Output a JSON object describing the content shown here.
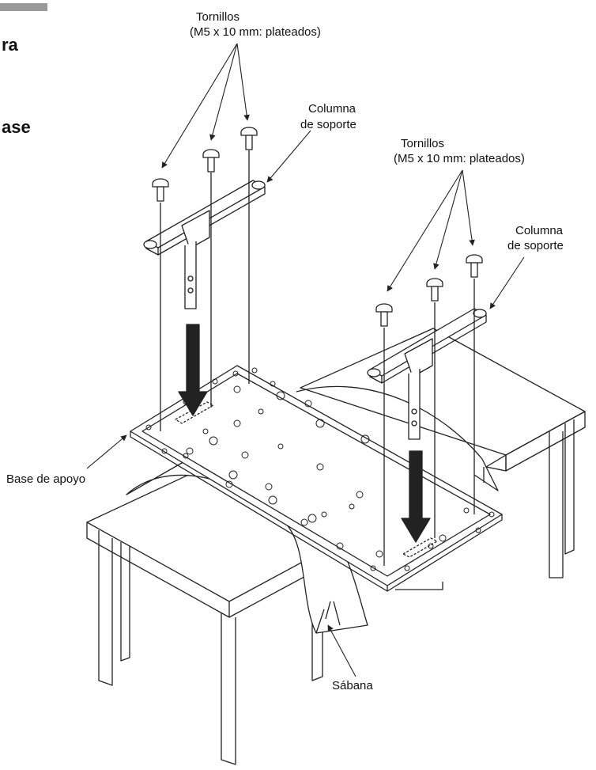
{
  "header": {
    "fragment_1": "ra",
    "fragment_2": "ase"
  },
  "labels": {
    "screws_left_title": "Tornillos",
    "screws_left_spec": "(M5 x 10 mm: plateados)",
    "column_left_l1": "Columna",
    "column_left_l2": "de soporte",
    "screws_right_title": "Tornillos",
    "screws_right_spec": "(M5 x 10 mm: plateados)",
    "column_right_l1": "Columna",
    "column_right_l2": "de soporte",
    "base": "Base de apoyo",
    "sheet": "Sábana"
  },
  "colors": {
    "line": "#222222",
    "arrow_fill": "#222222",
    "header_tab": "#999999"
  }
}
